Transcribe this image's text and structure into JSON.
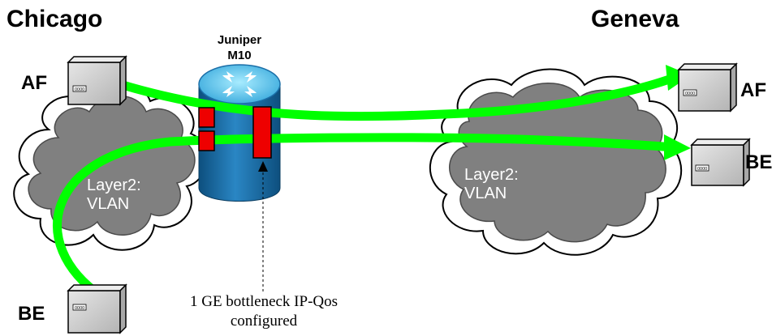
{
  "sites": {
    "left": "Chicago",
    "right": "Geneva"
  },
  "router": {
    "vendor": "Juniper",
    "model": "M10"
  },
  "hosts": {
    "chicago_af": "AF",
    "chicago_be": "BE",
    "geneva_af": "AF",
    "geneva_be": "BE",
    "box_label": "0000"
  },
  "clouds": {
    "left": {
      "line1": "Layer2:",
      "line2": "VLAN"
    },
    "right": {
      "line1": "Layer2:",
      "line2": "VLAN"
    }
  },
  "annotation": {
    "line1": "1 GE bottleneck IP-Qos",
    "line2": "configured"
  },
  "colors": {
    "flow": "#00ff00",
    "cloud_fill": "#808080",
    "router_body": "#1b6fa8",
    "router_top": "#5bc8ee",
    "interface": "#ee0000",
    "host_box": "#c8c8c8"
  }
}
